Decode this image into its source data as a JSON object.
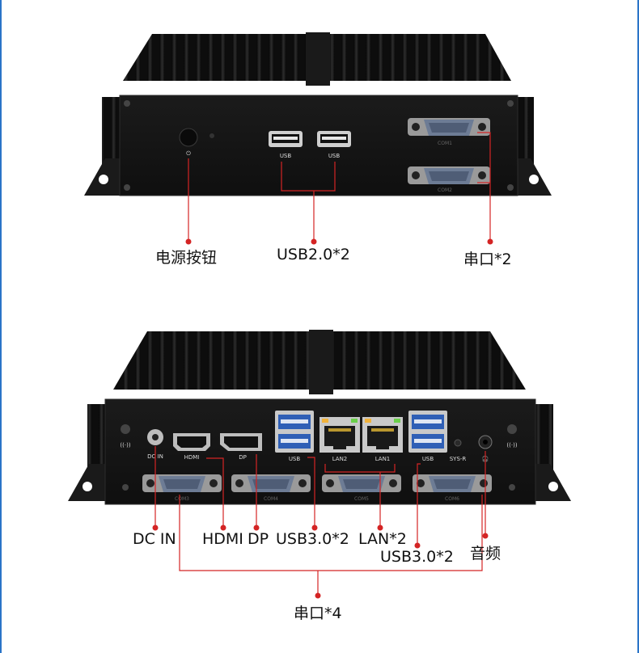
{
  "top_panel": {
    "port_labels": {
      "usb_left": "USB",
      "usb_right": "USB",
      "com1": "COM1",
      "com2": "COM2"
    },
    "callouts": {
      "power": "电源按钮",
      "usb": "USB2.0*2",
      "serial": "串口*2"
    }
  },
  "bottom_panel": {
    "port_labels": {
      "dcin": "DC IN",
      "hdmi": "HDMI",
      "dp": "DP",
      "usb_left": "USB",
      "lan2": "LAN2",
      "lan1": "LAN1",
      "usb_right": "USB",
      "sysr": "SYS-R",
      "com3": "COM3",
      "com4": "COM4",
      "com5": "COM5",
      "com6": "COM6"
    },
    "callouts": {
      "dcin": "DC IN",
      "hdmi": "HDMI",
      "dp": "DP",
      "usb_a": "USB3.0*2",
      "lan": "LAN*2",
      "usb_b": "USB3.0*2",
      "audio": "音频",
      "serial": "串口*4"
    }
  },
  "colors": {
    "callout_line": "#d42424",
    "chassis": "#151515",
    "fins": "#0c0c0c",
    "usb3_blue": "#2f5fb6",
    "border": "#2a74c8"
  }
}
